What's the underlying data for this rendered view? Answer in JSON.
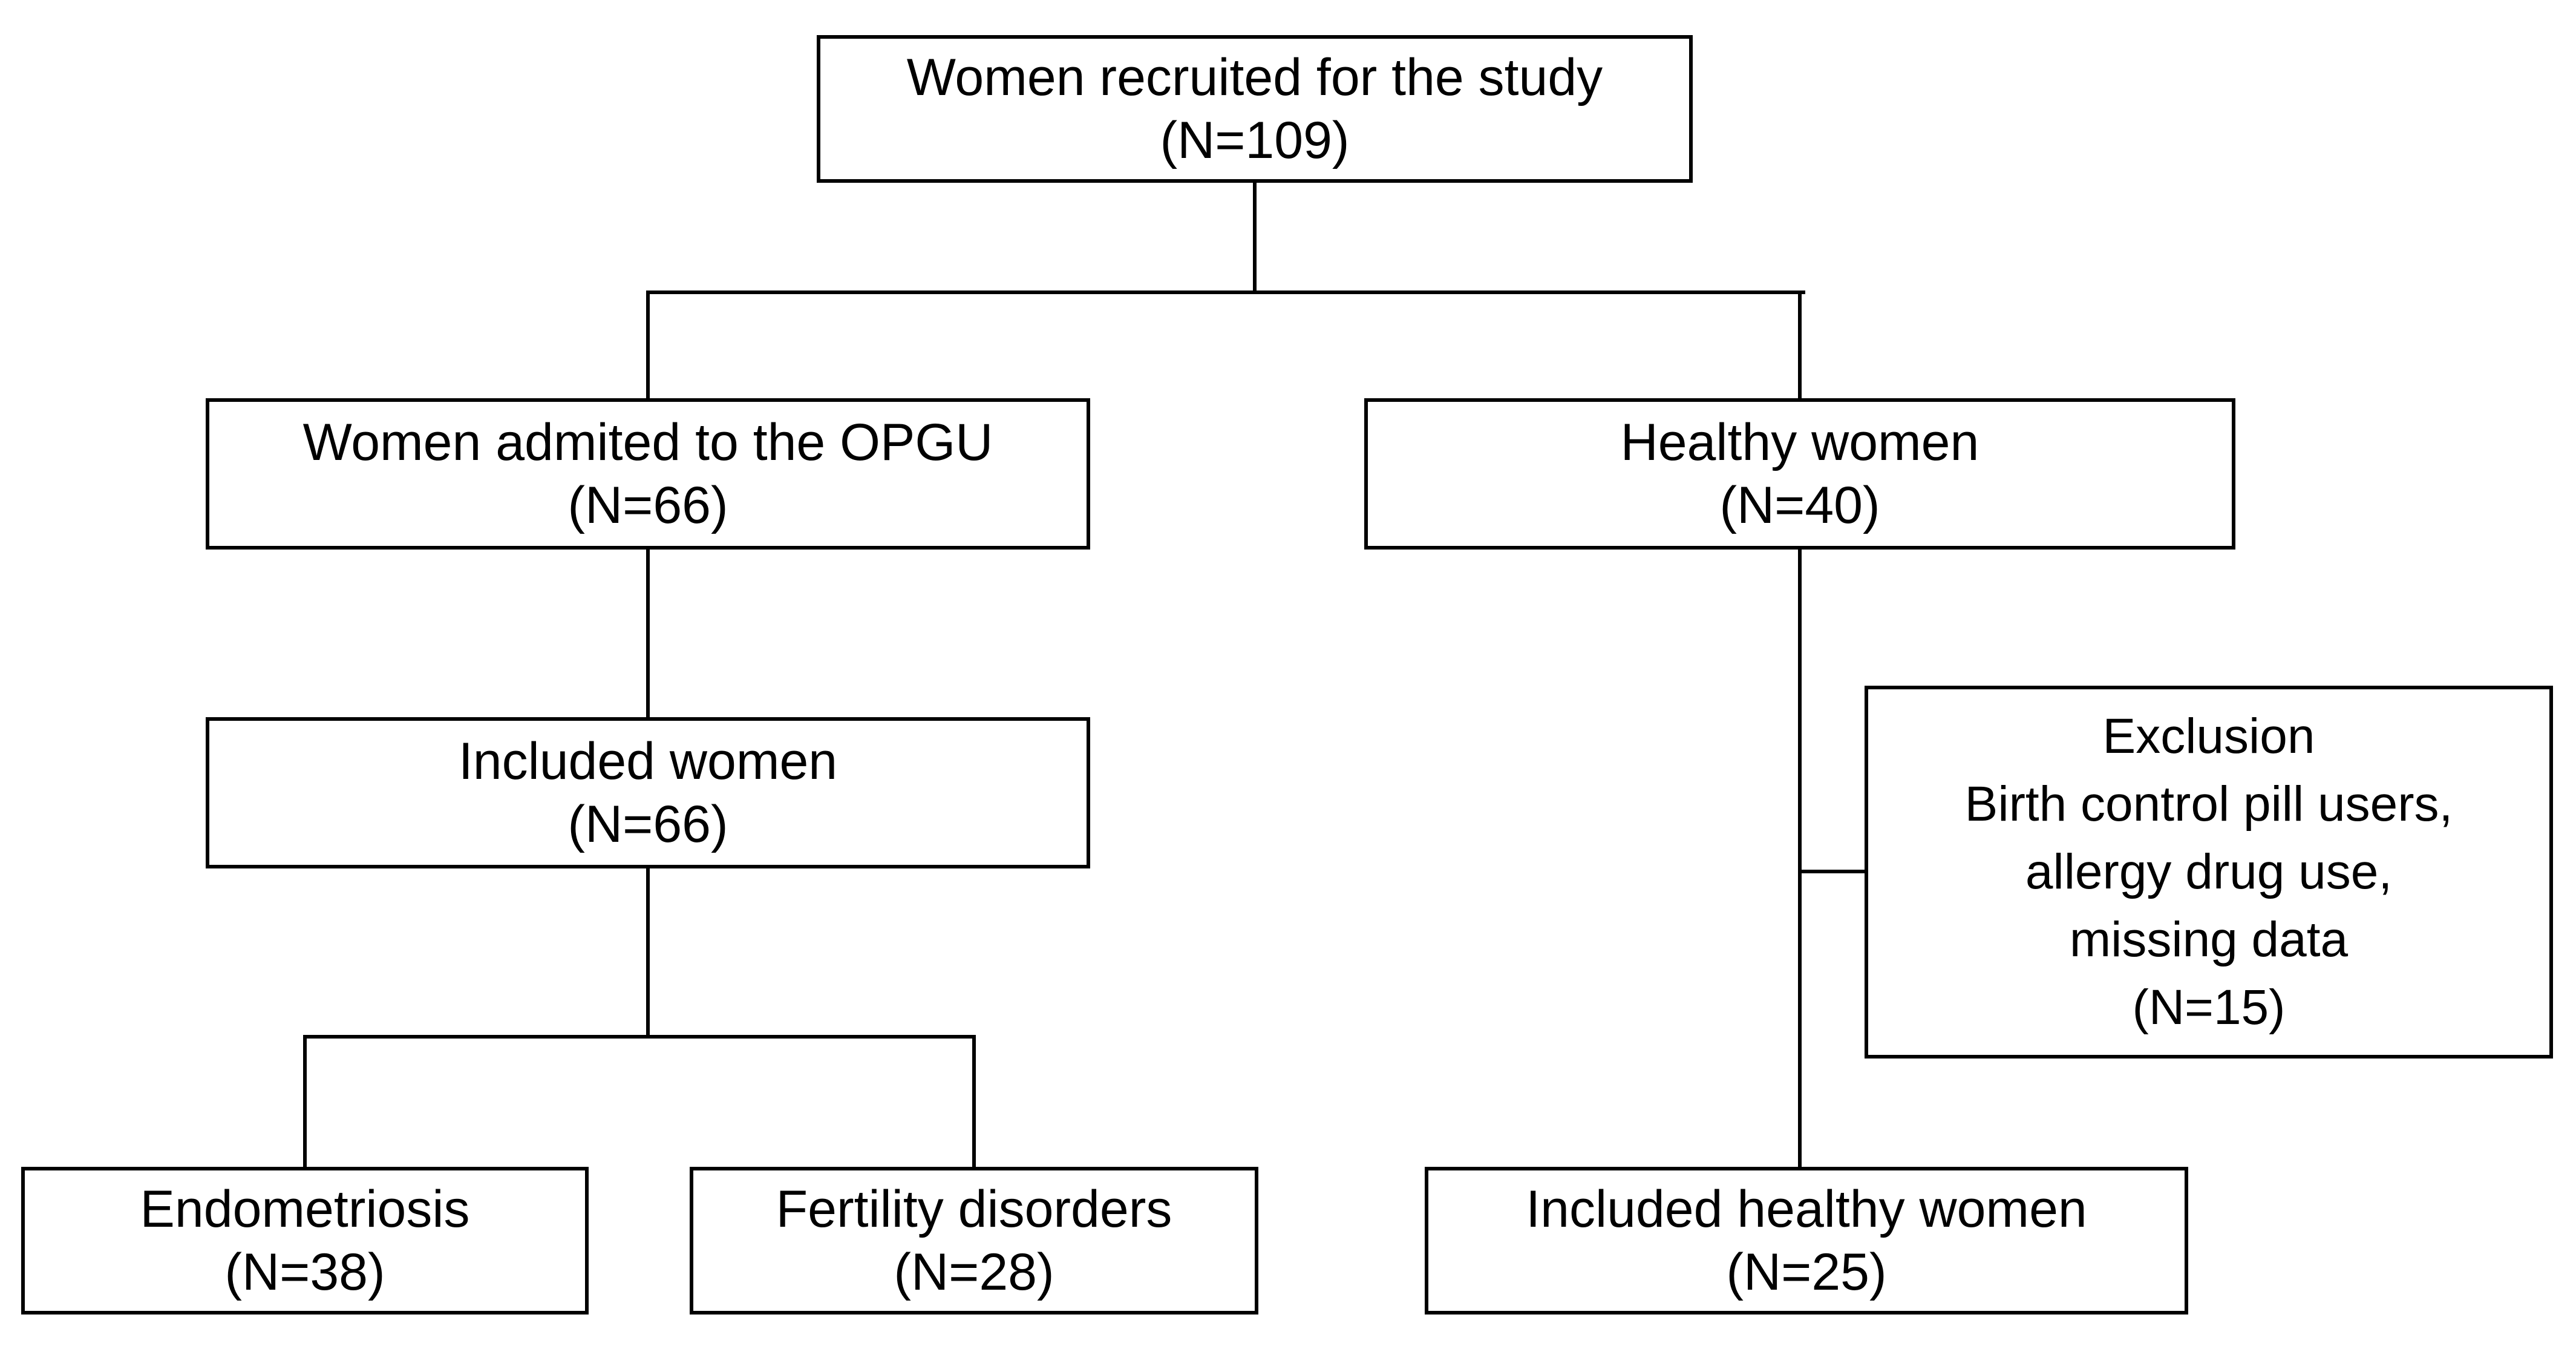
{
  "diagram": {
    "background_color": "#ffffff",
    "line_color": "#000000",
    "text_color": "#000000",
    "nodes": {
      "recruited": {
        "label": "Women recruited for the study",
        "n": "(N=109)"
      },
      "admitted": {
        "label": "Women admited to the OPGU",
        "n": "(N=66)"
      },
      "healthy": {
        "label": "Healthy women",
        "n": "(N=40)"
      },
      "included_women": {
        "label": "Included women",
        "n": "(N=66)"
      },
      "exclusion": {
        "title": "Exclusion",
        "line1": "Birth control pill users,",
        "line2": "allergy drug use,",
        "line3": "missing data",
        "n": "(N=15)"
      },
      "endometriosis": {
        "label": "Endometriosis",
        "n": "(N=38)"
      },
      "fertility": {
        "label": "Fertility disorders",
        "n": "(N=28)"
      },
      "included_healthy": {
        "label": "Included healthy women",
        "n": "(N=25)"
      }
    }
  }
}
